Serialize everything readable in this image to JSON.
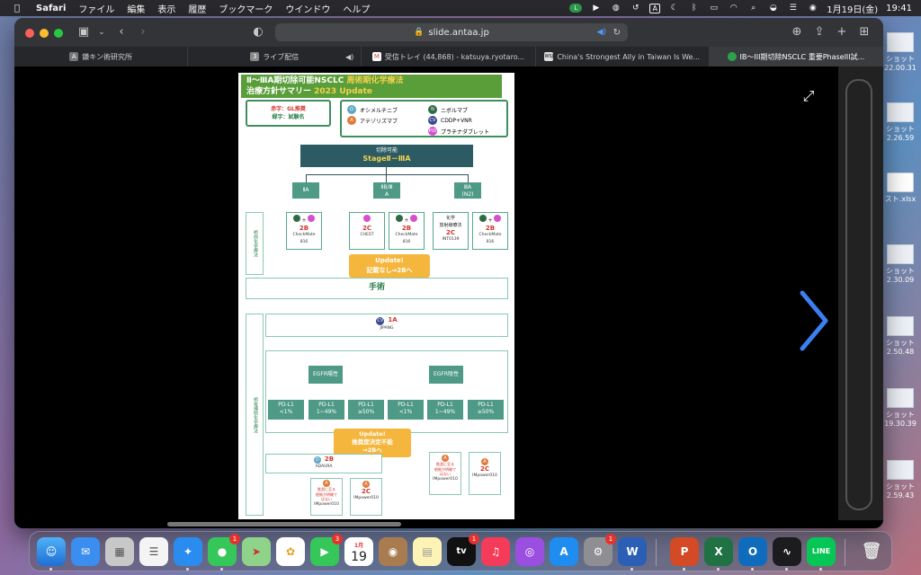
{
  "menubar": {
    "app": "Safari",
    "items": [
      "ファイル",
      "編集",
      "表示",
      "履歴",
      "ブックマーク",
      "ウインドウ",
      "ヘルプ"
    ],
    "date": "1月19日(金)",
    "time": "19:41",
    "input_indicator": "A"
  },
  "browser": {
    "url": "slide.antaa.jp",
    "tabs": [
      {
        "label": "鎌キン術研究所",
        "favicon": "A",
        "active": false
      },
      {
        "label": "ライブ配信",
        "favicon": "3",
        "active": false
      },
      {
        "label": "受信トレイ (44,868) - katsuya.ryotaro...",
        "favicon": "M",
        "active": false
      },
      {
        "label": "China's Strongest Ally in Taiwan Is We...",
        "favicon": "WSJ",
        "active": false
      },
      {
        "label": "IB〜III期切除NSCLC 重要PhaseIII試...",
        "favicon": "●",
        "active": true
      }
    ]
  },
  "slide": {
    "title_line1_white": "Ⅱ〜ⅢA期切除可能NSCLC ",
    "title_line1_yellow": "周術期化学療法",
    "title_line2_white": "治療方針サマリー ",
    "title_line2_yellow": "2023 Update",
    "legend_red": "赤字：GL推奨",
    "legend_green": "緑字：試験名",
    "legend_items": [
      {
        "key": "O",
        "label": "オシメルチニブ",
        "color": "#5fa7c7"
      },
      {
        "key": "A",
        "label": "アテゾリズマブ",
        "color": "#e07c3a"
      },
      {
        "key": "N",
        "label": "ニボルマブ",
        "color": "#2f6a45"
      },
      {
        "key": "CV",
        "label": "CDDP+VNR",
        "color": "#3a4a8c"
      },
      {
        "key": "PtD",
        "label": "プラチナダブレット",
        "color": "#d64fd0"
      }
    ],
    "root_line1": "切除可能",
    "root_line2": "StageⅡ－ⅢA",
    "stage_iia": "ⅡA",
    "stage_iib": "ⅡB/Ⅲ",
    "stage_iib_b": "A",
    "stage_iiia": "ⅢA",
    "stage_iiia_b": "(N2)",
    "side_neoadj": "術前化学療法",
    "side_adj": "術後補助化学療法",
    "box1_grade": "2B",
    "box1_trial": "CheckMate",
    "box1_trial2": "816",
    "box2_grade": "2C",
    "box2_trial": "CHEST",
    "box3_grade": "2B",
    "box3_trial": "CheckMate",
    "box3_trial2": "816",
    "box4_label": "化学",
    "box4_label2": "放射線療法",
    "box4_grade": "2C",
    "box4_trial": "INT0139",
    "box5_grade": "2B",
    "box5_trial": "CheckMate",
    "box5_trial2": "816",
    "update1_line1": "Update!",
    "update1_line2": "記載なし⇒2Bへ",
    "surgery": "手術",
    "cv_grade": "1A",
    "cv_trial": "JIPANG",
    "egfr_pos": "EGFR陽性",
    "egfr_neg": "EGFR陰性",
    "pdl1_labels": [
      "PD-L1",
      "PD-L1",
      "PD-L1",
      "PD-L1",
      "PD-L1",
      "PD-L1"
    ],
    "pdl1_vals": [
      "<1%",
      "1~49%",
      "≥50%",
      "<1%",
      "1~49%",
      "≥50%"
    ],
    "update2_line1": "Update!",
    "update2_line2": "推奨度決定不能",
    "update2_line3": "⇒2Bへ",
    "adaura_grade": "2B",
    "adaura_trial": "ADAURA",
    "imp_note1": "推奨に至る",
    "imp_note2": "根拠が明確で",
    "imp_note3": "はない",
    "imp_trial": "IMpower010",
    "imp_grade": "2C"
  },
  "desktop_items": [
    {
      "label": "ショット",
      "sub": "22.00.31"
    },
    {
      "label": "ショット",
      "sub": "2.26.59"
    },
    {
      "label": "スト.xlsx",
      "sub": ""
    },
    {
      "label": "ショット",
      "sub": "2.30.09"
    },
    {
      "label": "ショット",
      "sub": "2.50.48"
    },
    {
      "label": "ショット",
      "sub": "19.30.39"
    },
    {
      "label": "ショット",
      "sub": "2.59.43"
    }
  ],
  "dock": {
    "calendar_month": "1月",
    "calendar_day": "19",
    "messages_badge": "1",
    "facetime_badge": "3",
    "appletv_badge": "1",
    "settings_badge": "1",
    "appletv_label": "tv",
    "word_label": "W",
    "ppt_label": "P",
    "excel_label": "X",
    "outlook_label": "O",
    "line_label": "LINE"
  }
}
